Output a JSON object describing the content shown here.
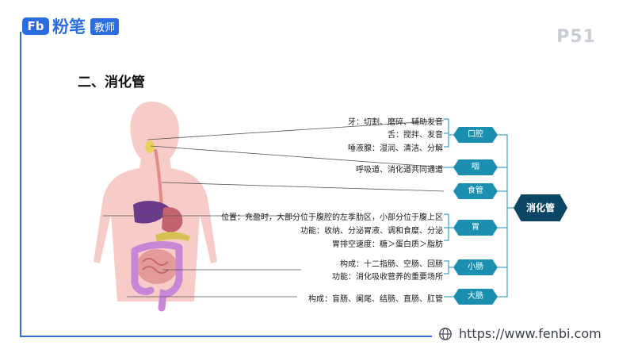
{
  "brand": {
    "mark": "Fb",
    "name": "粉笔",
    "badge": "教师"
  },
  "page_number": "P51",
  "section_title": "二、消化管",
  "footer_url": "https://www.fenbi.com",
  "root": "消化管",
  "nodes": [
    {
      "label": "口腔",
      "details": [
        "牙：切割、磨碎、辅助发音",
        "舌：搅拌、发音",
        "唾液腺：湿润、清洁、分解"
      ]
    },
    {
      "label": "咽",
      "details": [
        "呼吸道、消化道共同通道"
      ]
    },
    {
      "label": "食管",
      "details": []
    },
    {
      "label": "胃",
      "details": [
        "位置：充盈时，大部分位于腹腔的左季肋区，小部分位于腹上区",
        "功能：收纳、分泌胃液、调和食糜、分泌",
        "胃排空速度：糖＞蛋白质＞脂肪"
      ]
    },
    {
      "label": "小肠",
      "details": [
        "构成：十二指肠、空肠、回肠",
        "功能：消化吸收营养的重要场所"
      ]
    },
    {
      "label": "大肠",
      "details": [
        "构成：盲肠、阑尾、结肠、直肠、肛管"
      ]
    }
  ],
  "colors": {
    "node": "#1a8fb0",
    "root": "#0b4764",
    "accent": "#2a6de0",
    "line": "#1a8fb0"
  }
}
